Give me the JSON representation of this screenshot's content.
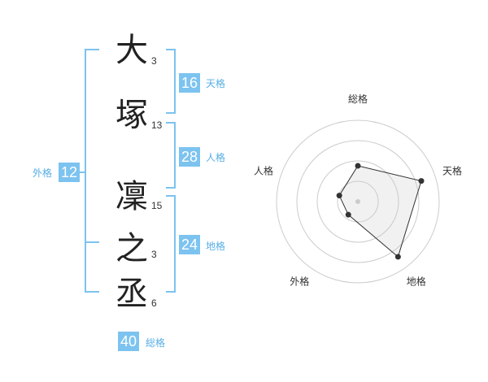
{
  "name": {
    "chars": [
      {
        "char": "大",
        "strokes": "3"
      },
      {
        "char": "塚",
        "strokes": "13"
      },
      {
        "char": "凜",
        "strokes": "15"
      },
      {
        "char": "之",
        "strokes": "3"
      },
      {
        "char": "丞",
        "strokes": "6"
      }
    ]
  },
  "fortunes": {
    "ten": {
      "value": "16",
      "label": "天格"
    },
    "jin": {
      "value": "28",
      "label": "人格"
    },
    "chi": {
      "value": "24",
      "label": "地格"
    },
    "gai": {
      "value": "12",
      "label": "外格"
    },
    "so": {
      "value": "40",
      "label": "総格"
    }
  },
  "accent_color": "#7cc3f0",
  "chart_data": {
    "type": "radar",
    "axes": [
      "総格",
      "天格",
      "地格",
      "外格",
      "人格"
    ],
    "values": [
      2.2,
      4.1,
      4.2,
      1.0,
      1.2
    ],
    "range": [
      0,
      5
    ],
    "rings": 4
  }
}
